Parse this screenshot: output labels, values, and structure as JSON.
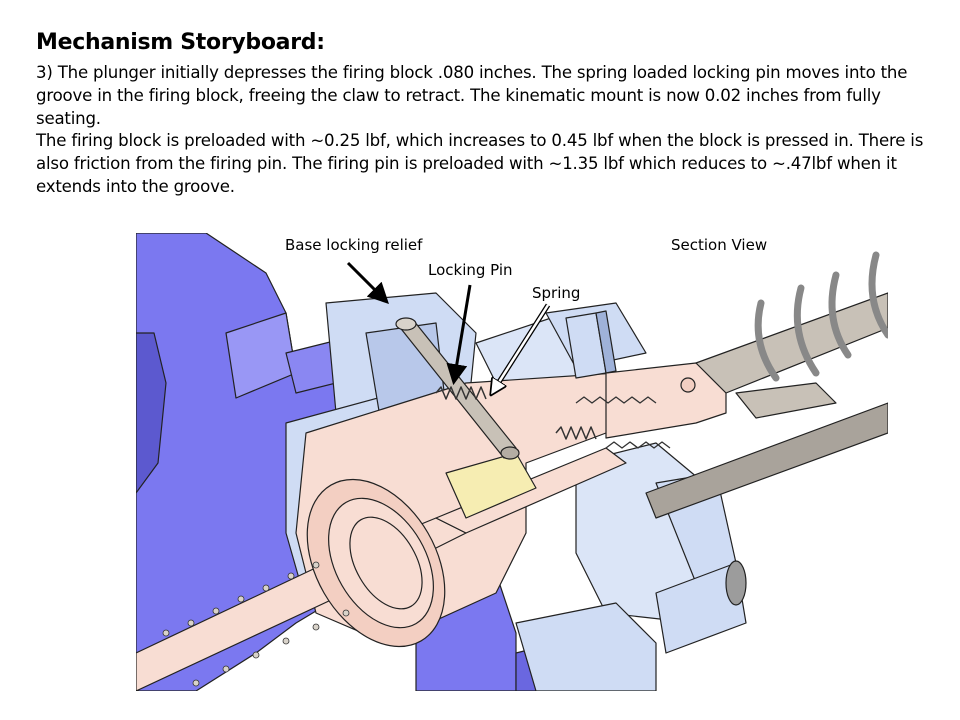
{
  "slide": {
    "title": "Mechanism Storyboard:",
    "paragraphs": [
      "3) The plunger initially depresses  the firing block .080 inches. The spring loaded locking pin moves into the groove in the firing block, freeing the claw to retract. The kinematic mount is now 0.02 inches from fully seating.",
      "The firing block is preloaded with ~0.25 lbf, which increases to 0.45 lbf when the block is pressed in. There is also friction from the firing pin. The firing pin is preloaded with ~1.35 lbf which reduces to ~.47lbf when it extends into the groove."
    ]
  },
  "figure": {
    "labels": {
      "base_relief": "Base locking relief",
      "locking_pin": "Locking Pin",
      "spring": "Spring",
      "section_view": "Section View"
    },
    "colors": {
      "housing_blue": "#7b78f0",
      "light_blue": "#cfdcf4",
      "peach": "#f8ddd3",
      "gray": "#c8c1b7",
      "yellow": "#f6edb2"
    }
  }
}
